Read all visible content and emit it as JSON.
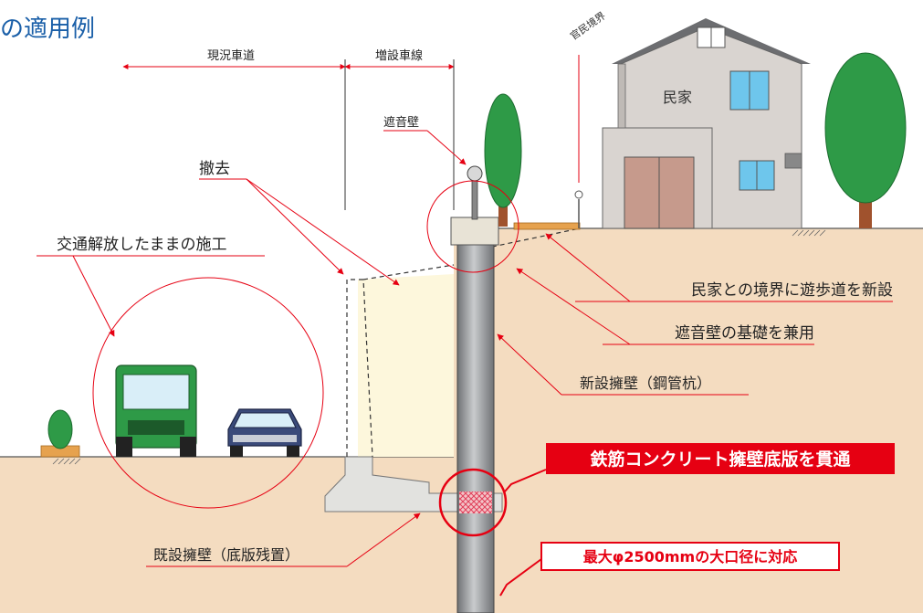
{
  "title": "の適用例",
  "dims": {
    "existing_road": "現況車道",
    "added_lane": "増設車線"
  },
  "boundary_label": "官民境界",
  "house_label": "民家",
  "labels": {
    "noise_wall": "遮音壁",
    "removal": "撤去",
    "open_traffic": "交通解放したままの施工",
    "walkway": "民家との境界に遊歩道を新設",
    "wall_foundation": "遮音壁の基礎を兼用",
    "new_wall": "新設擁壁（鋼管杭）",
    "existing_wall": "既設擁壁（底版残置）"
  },
  "callouts": {
    "penetrate": "鉄筋コンクリート擁壁底版を貫通",
    "diameter": "最大φ2500mmの大口径に対応"
  },
  "colors": {
    "ground": "#f4dcc0",
    "leader": "#e60012",
    "callout_fill": "#e60012",
    "title": "#1a5fa8",
    "pile": "#8a8d90",
    "tree": "#2e9a47",
    "house_wall": "#d9d4d0",
    "window": "#6ec6ec"
  }
}
